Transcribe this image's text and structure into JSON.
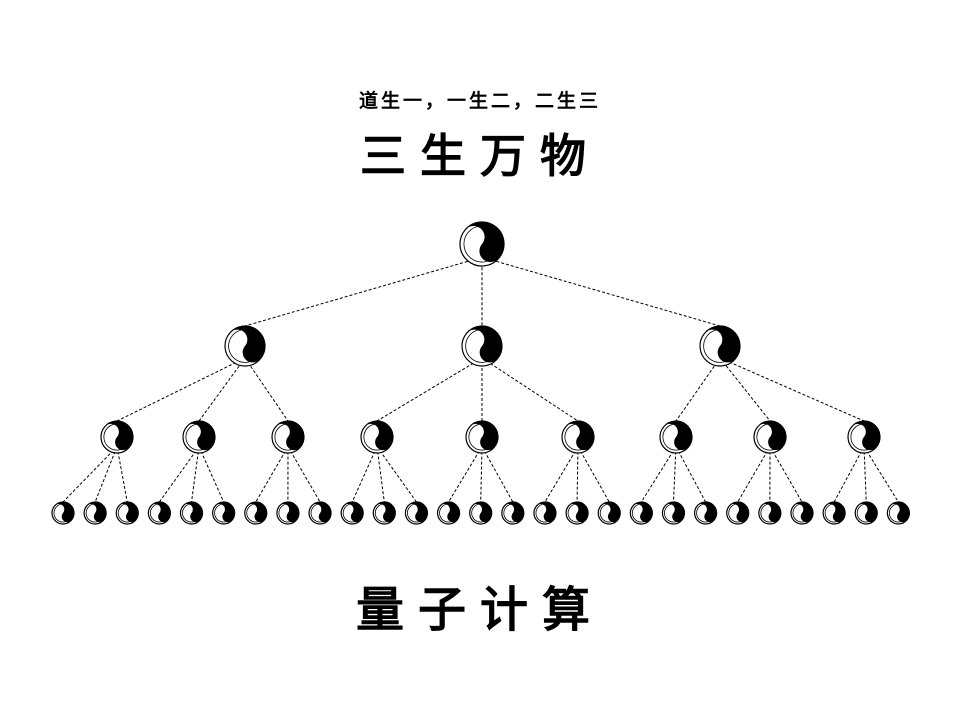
{
  "header": {
    "subtitle": "道生一，一生二，二生三",
    "title": "三生万物"
  },
  "footer": {
    "title": "量子计算"
  },
  "diagram": {
    "node_icon": "yin-yang-icon",
    "levels": 4,
    "branching": 3,
    "edge_style": "dashed",
    "colors": {
      "ink": "#000000",
      "background": "#ffffff"
    }
  }
}
